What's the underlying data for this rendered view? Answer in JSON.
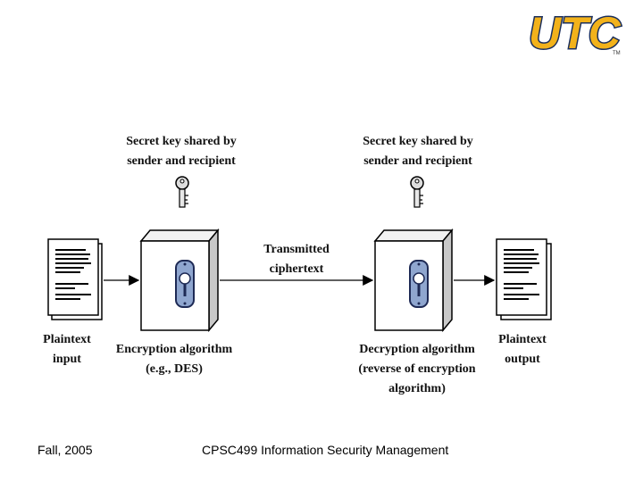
{
  "logo": {
    "text": "UTC",
    "trademark": "TM",
    "fill_color": "#f2b21b",
    "outline_color": "#1b2f5c"
  },
  "diagram": {
    "left_key_caption": [
      "Secret key shared by",
      "sender and recipient"
    ],
    "right_key_caption": [
      "Secret key shared by",
      "sender and recipient"
    ],
    "transmit_caption": [
      "Transmitted",
      "ciphertext"
    ],
    "plaintext_input": [
      "Plaintext",
      "input"
    ],
    "encryption": [
      "Encryption algorithm",
      "(e.g., DES)"
    ],
    "decryption": [
      "Decryption algorithm",
      "(reverse of encryption",
      "algorithm)"
    ],
    "plaintext_output": [
      "Plaintext",
      "output"
    ]
  },
  "footer": {
    "left": "Fall, 2005",
    "center": "CPSC499 Information Security Management"
  }
}
